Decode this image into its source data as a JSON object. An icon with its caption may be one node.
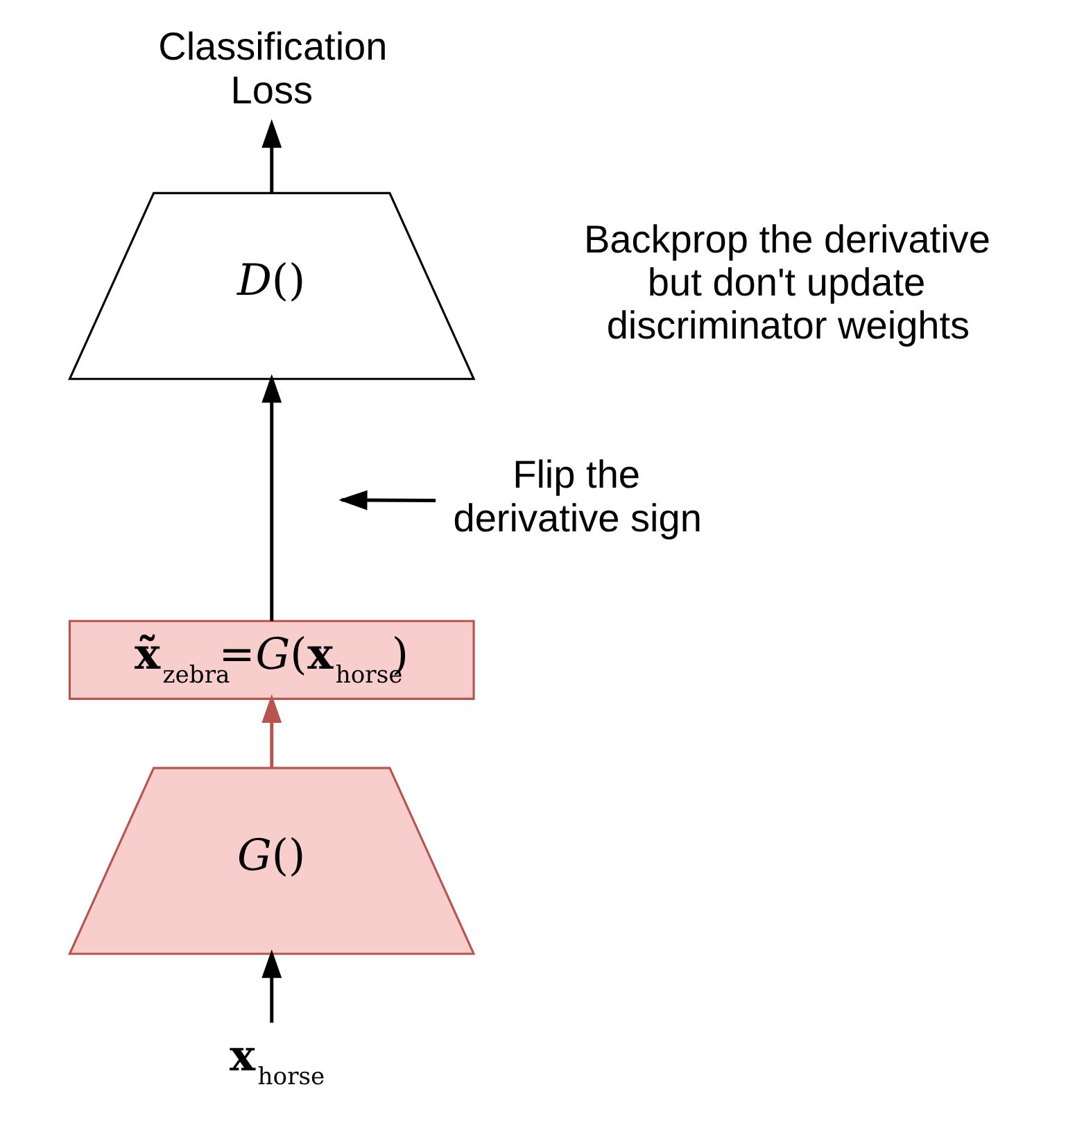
{
  "diagram": {
    "nodes": [
      {
        "text": [
          "**x**$_{horse}$"
        ]
      },
      {
        "text": [
          "*G*()"
        ]
      },
      {
        "text": [
          "**x̃**$_{zebra}$=*G*(**x**$_{horse}$)"
        ]
      },
      {
        "text": [
          "*D*()"
        ]
      },
      {
        "text": [
          "Classification Loss"
        ]
      },
      {
        "text": [
          "Flip the derivative sign"
        ]
      }
    ],
    "edges": [
      {
        "from": 0,
        "to": 1,
        "arrow": "to"
      },
      {
        "from": 1,
        "to": 2,
        "arrow": "to",
        "color": "#b85450"
      },
      {
        "from": 2,
        "to": 3,
        "arrow": "to"
      },
      {
        "from": 3,
        "to": 4,
        "arrow": "to"
      },
      {
        "from": 5,
        "to": null,
        "arrow": "to"
      }
    ],
    "labels": [
      "Backprop the derivative but don't update discriminator weights"
    ]
  }
}
